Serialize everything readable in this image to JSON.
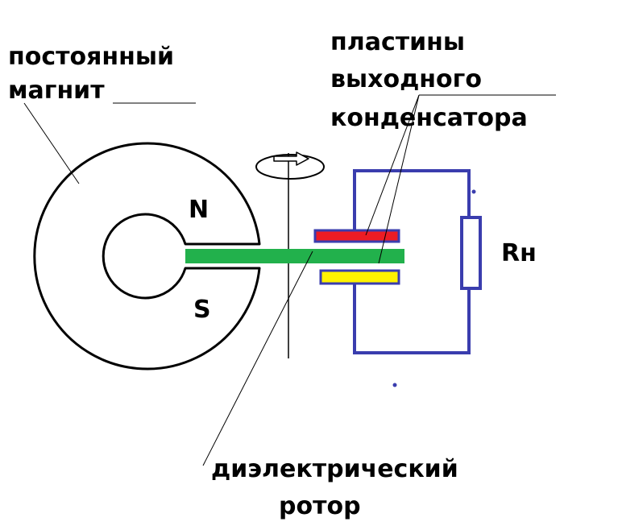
{
  "labels": {
    "magnet_line1": "постоянный",
    "magnet_line2": "магнит",
    "plates_line1": "пластины",
    "plates_line2": "выходного",
    "plates_line3": "конденсатора",
    "pole_north": "N",
    "pole_south": "S",
    "load_resistor": "Rн",
    "rotor_line1": "диэлектрический",
    "rotor_line2": "ротор"
  },
  "colors": {
    "outline": "#000000",
    "circuit": "#3a3dae",
    "rotor": "#22b14c",
    "upper_plate": "#ed1c24",
    "lower_plate": "#fff200"
  }
}
